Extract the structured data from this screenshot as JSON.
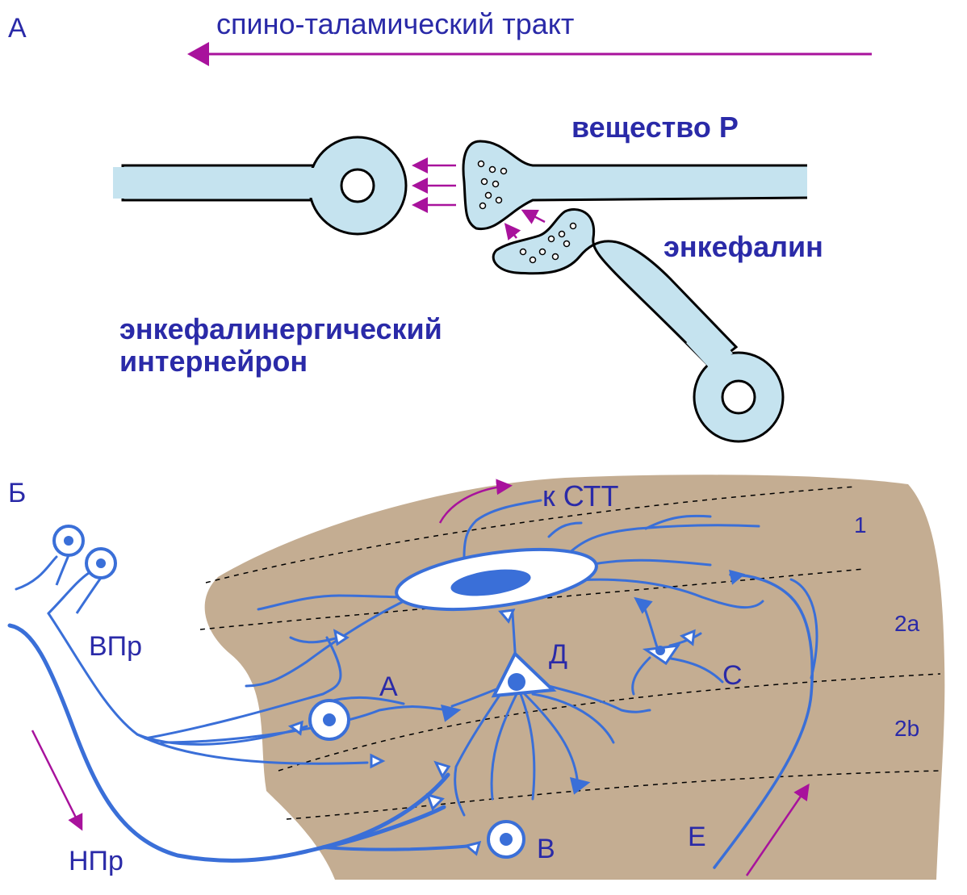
{
  "panel_a": {
    "letter": "А",
    "tract_label": "спино-таламический тракт",
    "substance_label": "вещество Р",
    "enkephalin_label": "энкефалин",
    "interneuron_label_line1": "энкефалинергический",
    "interneuron_label_line2": "интернейрон"
  },
  "panel_b": {
    "letter": "Б",
    "to_stt_label": "к СТТ",
    "layer_1": "1",
    "layer_2a": "2а",
    "layer_2b": "2b",
    "vpr_label": "ВПр",
    "npr_label": "НПр",
    "cell_a": "А",
    "cell_d": "Д",
    "cell_c": "С",
    "cell_b": "В",
    "cell_e": "Е"
  },
  "colors": {
    "neuron_fill": "#c5e3ef",
    "label_blue": "#2a2aa8",
    "arrow_magenta": "#a8129c",
    "tissue_tan": "#c4ad92",
    "neuron_blue": "#3a6fd8"
  }
}
